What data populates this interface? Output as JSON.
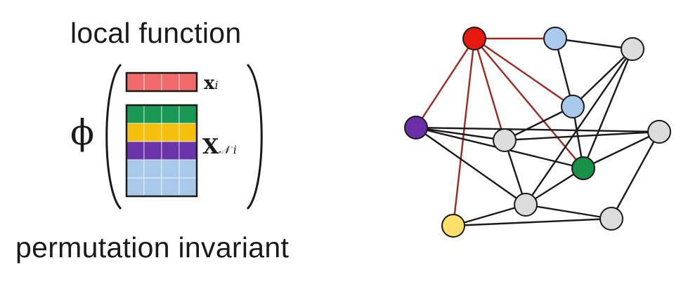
{
  "labels": {
    "top": "local function",
    "bottom": "permutation invariant",
    "phi": "ϕ",
    "xi_main": "x",
    "xi_sub": "i",
    "xni_main": "X",
    "xni_sub": "𝒩 i"
  },
  "colors": {
    "red": "#f26b6b",
    "green": "#1a9955",
    "yellow": "#f5bf0e",
    "purple": "#6a35a8",
    "blue": "#a9c9ea",
    "node_red": "#e8190f",
    "node_blue": "#a9caec",
    "node_gray": "#dcdcdc",
    "node_green": "#1a9148",
    "node_purple": "#6a2fa8",
    "node_yellow": "#fde06a",
    "edge_red": "#a0281c",
    "edge_black": "#1a1a1a"
  },
  "matrix": {
    "xi_row": "red",
    "neighbor_rows": [
      "green",
      "yellow",
      "purple",
      "blue",
      "blue"
    ],
    "columns": 4
  },
  "graph": {
    "nodes": [
      {
        "id": "n1",
        "color": "node_red"
      },
      {
        "id": "n2",
        "color": "node_blue"
      },
      {
        "id": "n3",
        "color": "node_gray"
      },
      {
        "id": "n4",
        "color": "node_purple"
      },
      {
        "id": "n5",
        "color": "node_blue"
      },
      {
        "id": "n6",
        "color": "node_gray"
      },
      {
        "id": "n7",
        "color": "node_gray"
      },
      {
        "id": "n8",
        "color": "node_green"
      },
      {
        "id": "n9",
        "color": "node_gray"
      },
      {
        "id": "n10",
        "color": "node_yellow"
      },
      {
        "id": "n11",
        "color": "node_gray"
      }
    ],
    "edges": [
      {
        "from": "n1",
        "to": "n2",
        "type": "red"
      },
      {
        "from": "n1",
        "to": "n4",
        "type": "red"
      },
      {
        "from": "n1",
        "to": "n5",
        "type": "red"
      },
      {
        "from": "n1",
        "to": "n8",
        "type": "red"
      },
      {
        "from": "n1",
        "to": "n10",
        "type": "red"
      },
      {
        "from": "n1",
        "to": "n6",
        "type": "red"
      },
      {
        "from": "n2",
        "to": "n3",
        "type": "black"
      },
      {
        "from": "n2",
        "to": "n5",
        "type": "black"
      },
      {
        "from": "n3",
        "to": "n5",
        "type": "black"
      },
      {
        "from": "n3",
        "to": "n8",
        "type": "black"
      },
      {
        "from": "n3",
        "to": "n9",
        "type": "black"
      },
      {
        "from": "n4",
        "to": "n7",
        "type": "black"
      },
      {
        "from": "n4",
        "to": "n6",
        "type": "black"
      },
      {
        "from": "n4",
        "to": "n8",
        "type": "black"
      },
      {
        "from": "n4",
        "to": "n9",
        "type": "black"
      },
      {
        "from": "n5",
        "to": "n6",
        "type": "black"
      },
      {
        "from": "n5",
        "to": "n8",
        "type": "black"
      },
      {
        "from": "n6",
        "to": "n7",
        "type": "black"
      },
      {
        "from": "n6",
        "to": "n9",
        "type": "black"
      },
      {
        "from": "n7",
        "to": "n8",
        "type": "black"
      },
      {
        "from": "n8",
        "to": "n9",
        "type": "black"
      },
      {
        "from": "n9",
        "to": "n10",
        "type": "black"
      },
      {
        "from": "n9",
        "to": "n11",
        "type": "black"
      },
      {
        "from": "n10",
        "to": "n11",
        "type": "black"
      },
      {
        "from": "n7",
        "to": "n11",
        "type": "black"
      }
    ]
  }
}
